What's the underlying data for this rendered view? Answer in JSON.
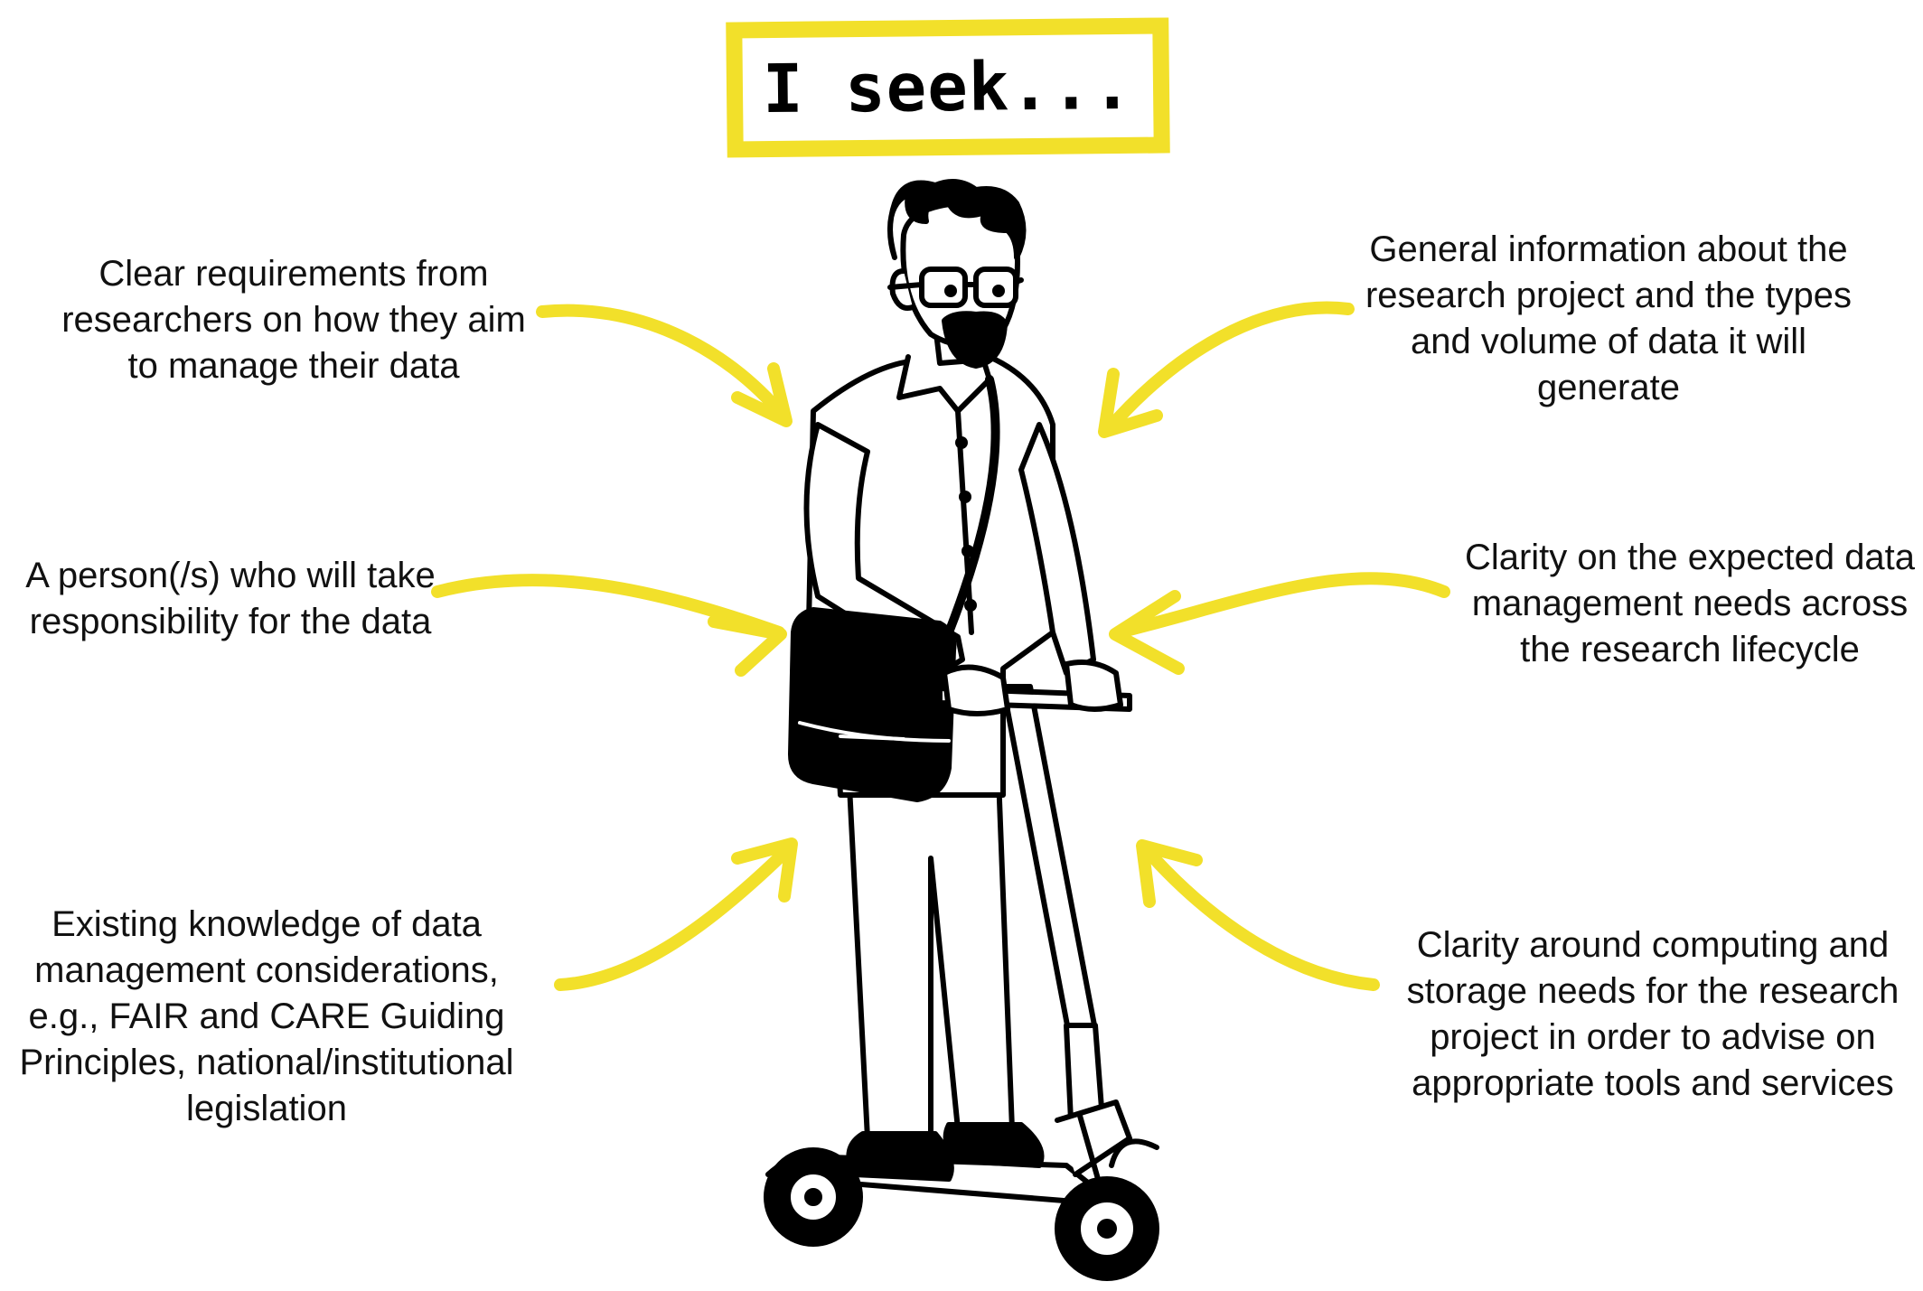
{
  "title": "I seek...",
  "notes": {
    "left": [
      "Clear requirements from researchers on how they aim to manage their data",
      "A person(/s) who will take responsibility for the data",
      "Existing knowledge of data management considerations, e.g., FAIR and CARE Guiding Principles, national/institutional legislation"
    ],
    "right": [
      "General information about the research project and the types and volume of data it will generate",
      "Clarity on the expected data management needs across the research lifecycle",
      "Clarity around computing and storage needs for the research project in order to advise on appropriate tools and services"
    ]
  },
  "colors": {
    "accent_yellow": "#f2e02a",
    "ink": "#111111"
  },
  "icons": [
    "person-on-scooter-illustration",
    "arrow-icon"
  ]
}
